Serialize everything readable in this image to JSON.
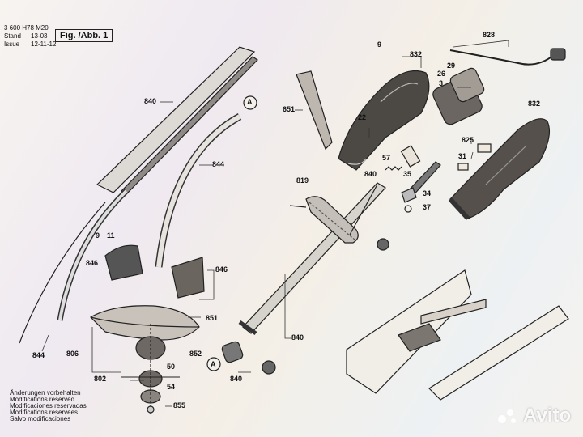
{
  "header": {
    "part_number": "3 600 H78 M20",
    "stand_label": "Stand",
    "stand_value": "13-03",
    "issue_label": "Issue",
    "issue_value": "12-11-12",
    "figure_label": "Fig. /Abb. 1"
  },
  "footer": {
    "lines": [
      "Änderungen vorbehalten",
      "Modifications reserved",
      "Modificaciones reservadas",
      "Modifications reservees",
      "Salvo modificaciones"
    ]
  },
  "part_labels": {
    "p9_top": "9",
    "p832_top": "832",
    "p828": "828",
    "p29": "29",
    "p26": "26",
    "p3": "3",
    "p840_top": "840",
    "pA_top": "A",
    "p651": "651",
    "p22": "22",
    "p832_right": "832",
    "p825": "825",
    "p57": "57",
    "p31": "31",
    "p844_upper": "844",
    "p840_mid": "840",
    "p35": "35",
    "p819": "819",
    "p34": "34",
    "p37": "37",
    "p9_left": "9",
    "p11": "11",
    "p846_left": "846",
    "p846_right": "846",
    "p851": "851",
    "p806": "806",
    "p852": "852",
    "p50": "50",
    "p840_right": "840",
    "p844_bottom": "844",
    "pA_bottom": "A",
    "p802": "802",
    "p54": "54",
    "p840_bottom": "840",
    "p855": "855"
  },
  "watermark": {
    "text": "Avito"
  }
}
